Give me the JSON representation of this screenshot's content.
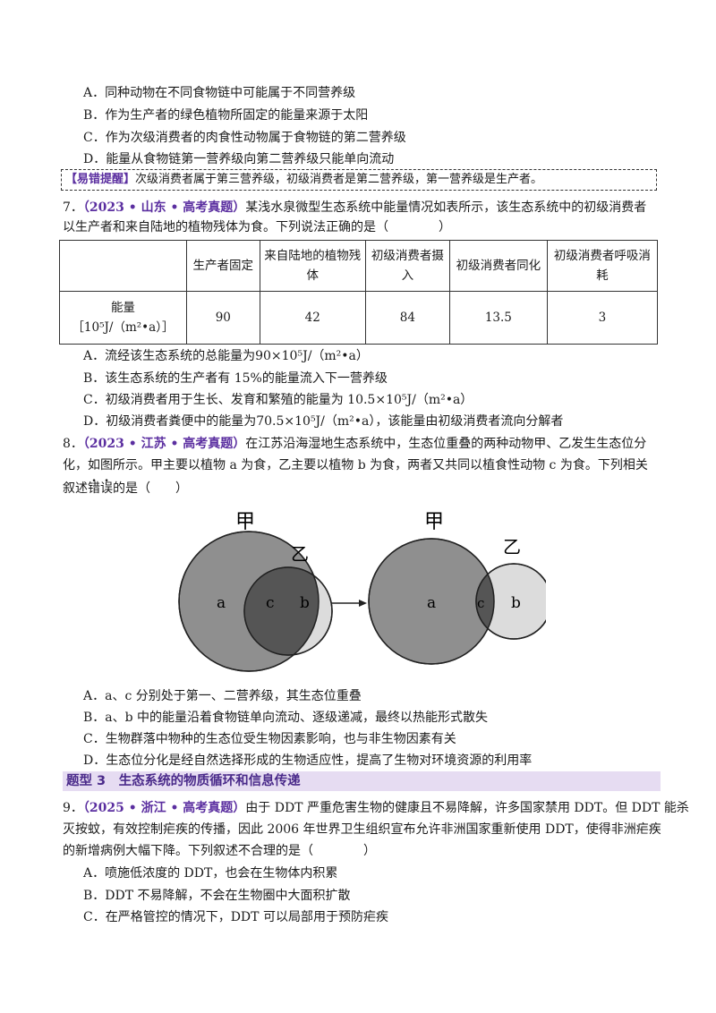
{
  "q6_options": [
    "A．同种动物在不同食物链中可能属于不同营养级",
    "B．作为生产者的绿色植物所固定的能量来源于太阳",
    "C．作为次级消费者的肉食性动物属于食物链的第二营养级",
    "D．能量从食物链第一营养级向第二营养级只能单向流动"
  ],
  "tip": {
    "tag": "【易错提醒】",
    "text": "次级消费者属于第三营养级，初级消费者是第二营养级，第一营养级是生产者。"
  },
  "q7": {
    "number": "7．",
    "source": "（2023 • 山东 • 高考真题）",
    "stem_1": "某浅水泉微型生态系统中能量情况如表所示，该生态系统中的初级消费者",
    "stem_2": "以生产者和来自陆地的植物残体为食。下列说法正确的是（　　　　）",
    "table": {
      "headers": [
        "",
        "生产者固定",
        "来自陆地的植物残体",
        "初级消费者摄入",
        "初级消费者同化",
        "初级消费者呼吸消耗"
      ],
      "row_label_1": "能量",
      "row_label_2": "［10⁵J/（m²•a）］",
      "values": [
        "90",
        "42",
        "84",
        "13.5",
        "3"
      ]
    },
    "options": [
      "A．流经该生态系统的总能量为90×10⁵J/（m²•a）",
      "B．该生态系统的生产者有 15%的能量流入下一营养级",
      "C．初级消费者用于生长、发育和繁殖的能量为 10.5×10⁵J/（m²•a）",
      "D．初级消费者粪便中的能量为70.5×10⁵J/（m²•a），该能量由初级消费者流向分解者"
    ]
  },
  "q8": {
    "number": "8．",
    "source": "（2023 • 江苏 • 高考真题）",
    "stem_1": "在江苏沿海湿地生态系统中，生态位重叠的两种动物甲、乙发生生态位分",
    "stem_2": "化，如图所示。甲主要以植物 a 为食，乙主要以植物 b 为食，两者又共同以植食性动物 c 为食。下列相关",
    "stem_3_pre": "叙述",
    "stem_3_dotted_1": "错",
    "stem_3_dotted_2": "误",
    "stem_3_post": "的是（　　）",
    "figure": {
      "label_jia": "甲",
      "label_yi": "乙",
      "label_a": "a",
      "label_b": "b",
      "label_c": "c"
    },
    "options": [
      "A．a、c 分别处于第一、二营养级，其生态位重叠",
      "B．a、b 中的能量沿着食物链单向流动、逐级递减，最终以热能形式散失",
      "C．生物群落中物种的生态位受生物因素影响，也与非生物因素有关",
      "D．生态位分化是经自然选择形成的生物适应性，提高了生物对环境资源的利用率"
    ]
  },
  "section": {
    "title": "题型 3　生态系统的物质循环和信息传递"
  },
  "q9": {
    "number": "9．",
    "source": "（2025 • 浙江 • 高考真题）",
    "stem_1": "由于 DDT 严重危害生物的健康且不易降解，许多国家禁用 DDT。但 DDT 能杀",
    "stem_2": "灭按蚊，有效控制疟疾的传播，因此 2006 年世界卫生组织宣布允许非洲国家重新使用 DDT，使得非洲疟疾",
    "stem_3": "的新增病例大幅下降。下列叙述不合理的是（　　　　）",
    "options": [
      "A．喷施低浓度的 DDT，也会在生物体内积累",
      "B．DDT 不易降解，不会在生物圈中大面积扩散",
      "C．在严格管控的情况下，DDT 可以局部用于预防疟疾"
    ]
  }
}
